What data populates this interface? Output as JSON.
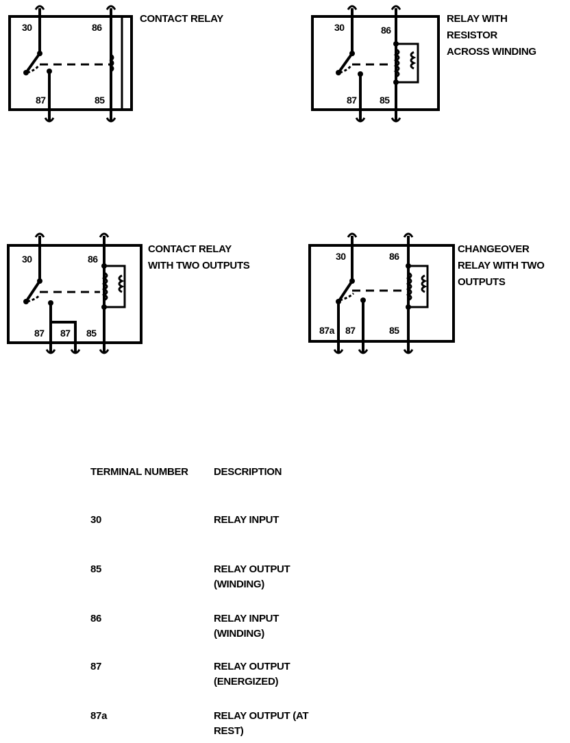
{
  "diagrams": [
    {
      "caption": [
        "CONTACT RELAY"
      ],
      "terminals": [
        "30",
        "86",
        "87",
        "85"
      ]
    },
    {
      "caption": [
        "RELAY WITH",
        "RESISTOR",
        "ACROSS WINDING"
      ],
      "terminals": [
        "30",
        "86",
        "87",
        "85"
      ]
    },
    {
      "caption": [
        "CONTACT RELAY",
        "WITH TWO OUTPUTS"
      ],
      "terminals": [
        "30",
        "86",
        "87",
        "87",
        "85"
      ]
    },
    {
      "caption": [
        "CHANGEOVER",
        "RELAY WITH TWO",
        "OUTPUTS"
      ],
      "terminals": [
        "30",
        "86",
        "87a",
        "87",
        "85"
      ]
    }
  ],
  "table": {
    "header_number": "TERMINAL NUMBER",
    "header_description": "DESCRIPTION",
    "rows": [
      {
        "number": "30",
        "description": [
          "RELAY INPUT"
        ]
      },
      {
        "number": "85",
        "description": [
          "RELAY OUTPUT",
          "(WINDING)"
        ]
      },
      {
        "number": "86",
        "description": [
          "RELAY INPUT",
          "(WINDING)"
        ]
      },
      {
        "number": "87",
        "description": [
          "RELAY OUTPUT",
          "(ENERGIZED)"
        ]
      },
      {
        "number": "87a",
        "description": [
          "RELAY OUTPUT (AT",
          "REST)"
        ]
      }
    ]
  }
}
